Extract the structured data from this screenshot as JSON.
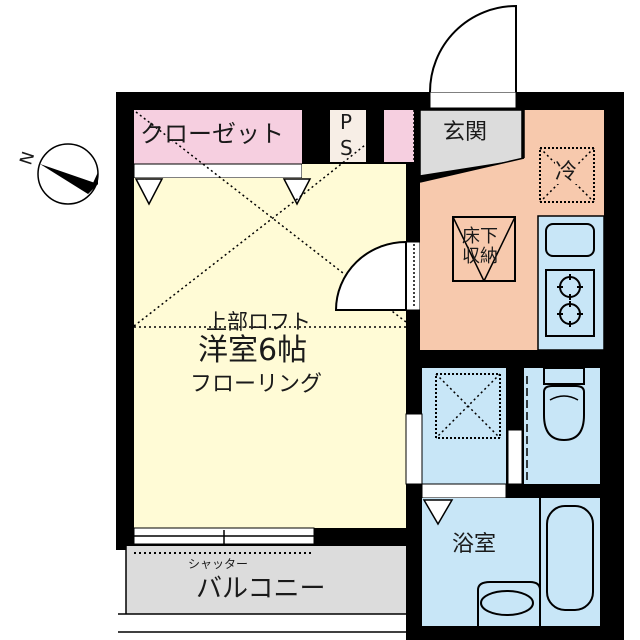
{
  "floor_plan": {
    "compass": {
      "label": "N",
      "icon": "north-arrow-icon"
    },
    "rooms": {
      "closet": {
        "label": "クローゼット",
        "color": "#f6cfe0"
      },
      "pipe_space": {
        "label_top": "P",
        "label_bottom": "S",
        "color": "#f7eee6"
      },
      "small_storage": {
        "color": "#f6cfe0"
      },
      "entrance": {
        "label": "玄関",
        "color": "#dcdcdc"
      },
      "western_room": {
        "loft_label": "上部ロフト",
        "name": "洋室6帖",
        "flooring": "フローリング",
        "color": "#fffbd6"
      },
      "kitchen": {
        "color": "#f7c9ad",
        "fridge_label": "冷",
        "underfloor_storage_line1": "床下",
        "underfloor_storage_line2": "収納"
      },
      "washroom": {
        "color": "#c8e6f7"
      },
      "toilet": {
        "color": "#c8e6f7"
      },
      "bathroom": {
        "label": "浴室",
        "color": "#c8e6f7"
      },
      "balcony": {
        "label": "バルコニー",
        "shutter_label": "シャッター",
        "color": "#dcdcdc"
      }
    },
    "wall_color": "#000000"
  }
}
